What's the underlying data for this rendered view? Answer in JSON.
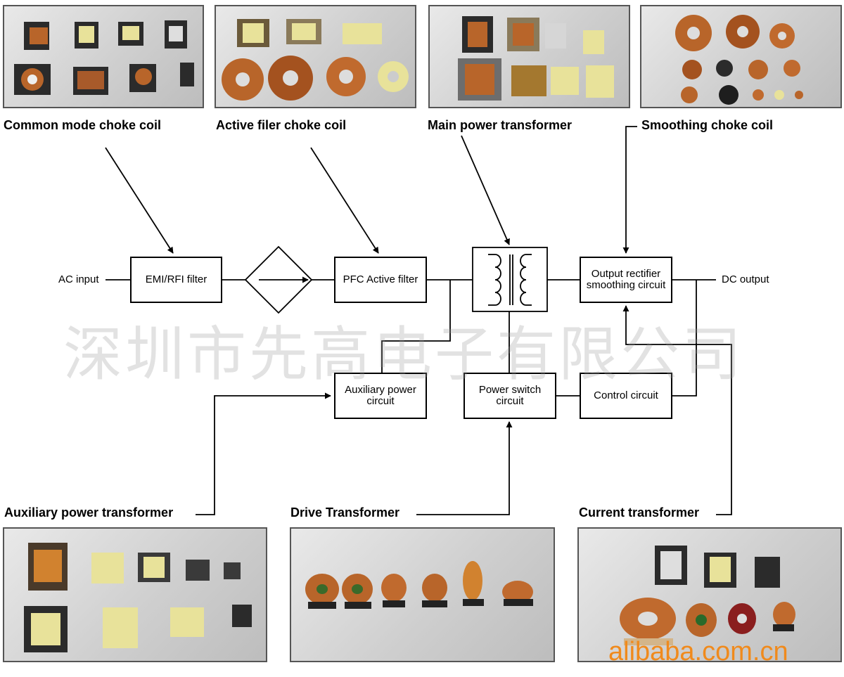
{
  "captions": {
    "common_mode": "Common mode choke coil",
    "active_filter": "Active filer choke coil",
    "main_power": "Main power transformer",
    "smoothing": "Smoothing choke coil",
    "aux_transformer": "Auxiliary power transformer",
    "drive_transformer": "Drive Transformer",
    "current_transformer": "Current transformer"
  },
  "blocks": {
    "emi": "EMI/RFI filter",
    "pfc": "PFC Active filter",
    "output": "Output rectifier\nsmoothing circuit",
    "aux": "Auxiliary power\ncircuit",
    "switch": "Power switch\ncircuit",
    "control": "Control circuit"
  },
  "io": {
    "ac_input": "AC input",
    "dc_output": "DC output"
  },
  "watermarks": {
    "company": "深圳市先高电子有限公司",
    "site": "alibaba.com.cn"
  },
  "colors": {
    "copper": "#b8652a",
    "bobbin": "#e8e29a",
    "core": "#2b2b2b",
    "site_orange": "#f08a1c"
  }
}
